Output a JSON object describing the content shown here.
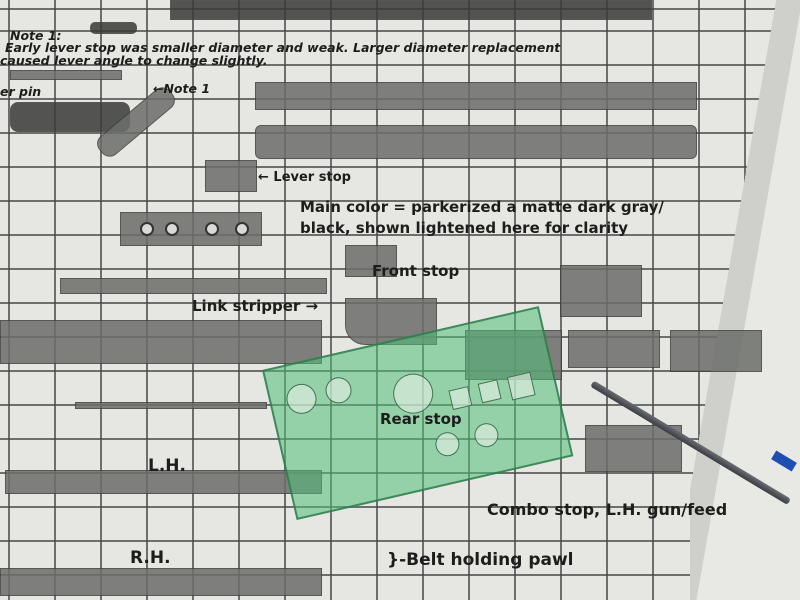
{
  "notes": {
    "title": "Note 1:",
    "line1": "Early lever stop was smaller diameter and weak. Larger diameter replacement",
    "line2": "caused lever angle to change slightly."
  },
  "labels": {
    "lever_pin": "er pin",
    "note_ref": "←Note 1",
    "lever_stop": "← Lever stop",
    "main_color_1": "Main color = parkerized a matte dark gray/",
    "main_color_2": "black, shown lightened here for clarity",
    "front_stop": "Front stop",
    "link_stripper": "Link stripper →",
    "rear_stop": "Rear stop",
    "lh": "L.H.",
    "rh": "R.H.",
    "combo_stop": "Combo stop, L.H. gun/feed",
    "belt_pawl": "}-Belt holding pawl"
  },
  "colors": {
    "paper": "#e6e6e2",
    "parts": "#6c6e6b",
    "stencil": "#50be78",
    "pencil_tip": "#1e4fb0"
  }
}
